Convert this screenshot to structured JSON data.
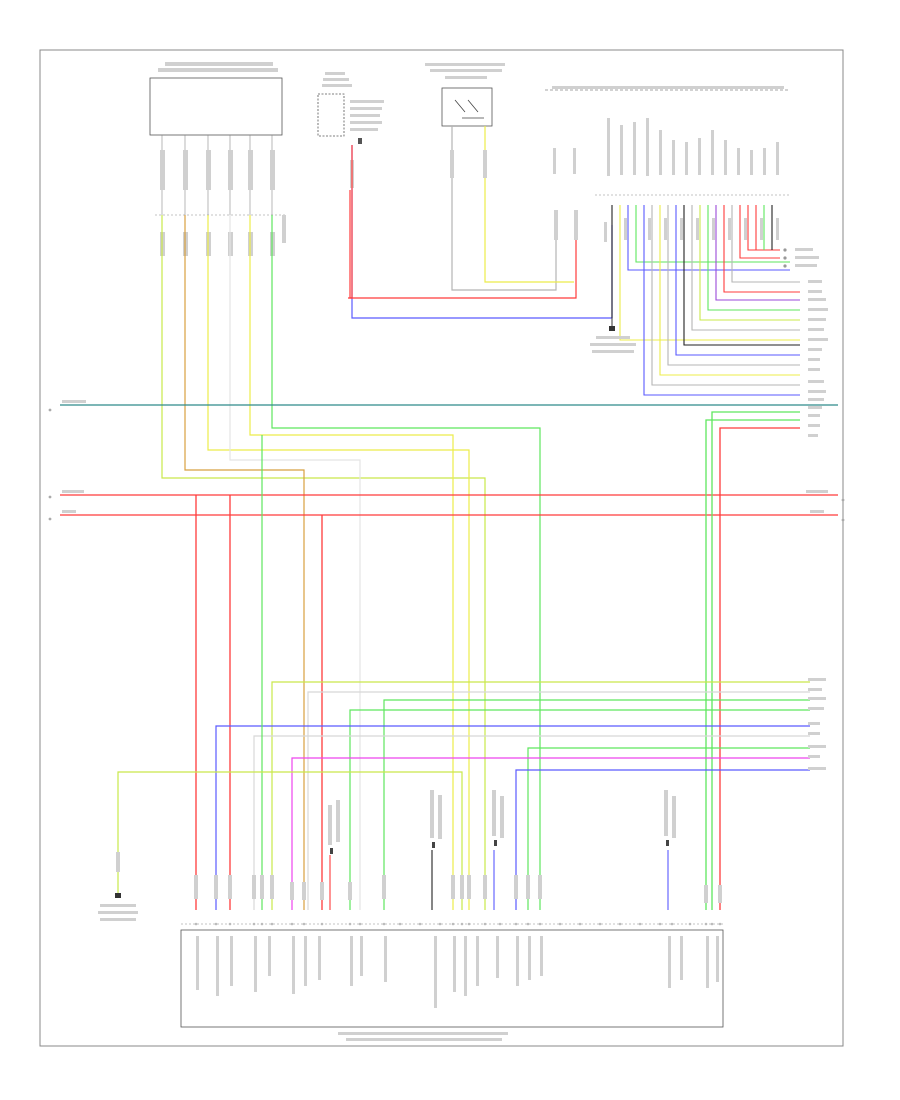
{
  "diagram": {
    "footer_code": "",
    "colors": {
      "red": "#ff3b3b",
      "blue": "#5a5aff",
      "yellow": "#ecec4a",
      "green": "#5ee65e",
      "yellowgreen": "#c9e84a",
      "teal": "#2d8a8a",
      "gray": "#b5b5b5",
      "lightgray": "#d8d8d8",
      "violet": "#9a4ad9",
      "magenta": "#ee44ee",
      "orange": "#d8a040",
      "black": "#222222",
      "frame": "#888888"
    },
    "components": [
      {
        "id": "upper-left-module",
        "label": ""
      },
      {
        "id": "upper-switch",
        "label": ""
      },
      {
        "id": "upper-relay",
        "label": ""
      },
      {
        "id": "upper-right-module-header",
        "label": ""
      },
      {
        "id": "bottom-control-module",
        "label": ""
      },
      {
        "id": "ground-left",
        "label": ""
      },
      {
        "id": "ground-upper",
        "label": ""
      }
    ]
  }
}
